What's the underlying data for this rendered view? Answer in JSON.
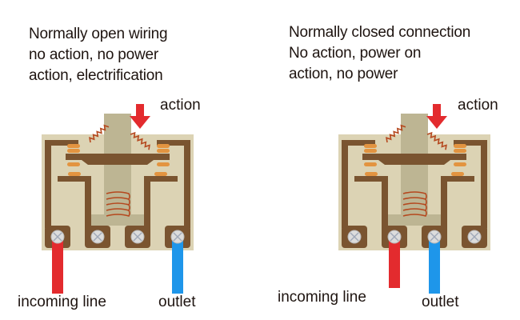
{
  "colors": {
    "body": "#dcd3b4",
    "plunger": "#bdb593",
    "frame": "#7a5430",
    "contact": "#e39440",
    "spring": "#b5481e",
    "arrow": "#e32b2e",
    "incoming_wire": "#e32b2e",
    "outlet_wire": "#1e96ea",
    "screw": "#dcdcdc",
    "text": "#1e1410"
  },
  "left_panel": {
    "title_lines": [
      "Normally open wiring",
      "no action, no power",
      "action, electrification"
    ],
    "action_label": "action",
    "incoming_label": "incoming line",
    "outlet_label": "outlet",
    "type": "normally-open"
  },
  "right_panel": {
    "title_lines": [
      "Normally closed connection",
      "No action, power on",
      "action, no power"
    ],
    "action_label": "action",
    "incoming_label": "incoming line",
    "outlet_label": "outlet",
    "type": "normally-closed"
  }
}
